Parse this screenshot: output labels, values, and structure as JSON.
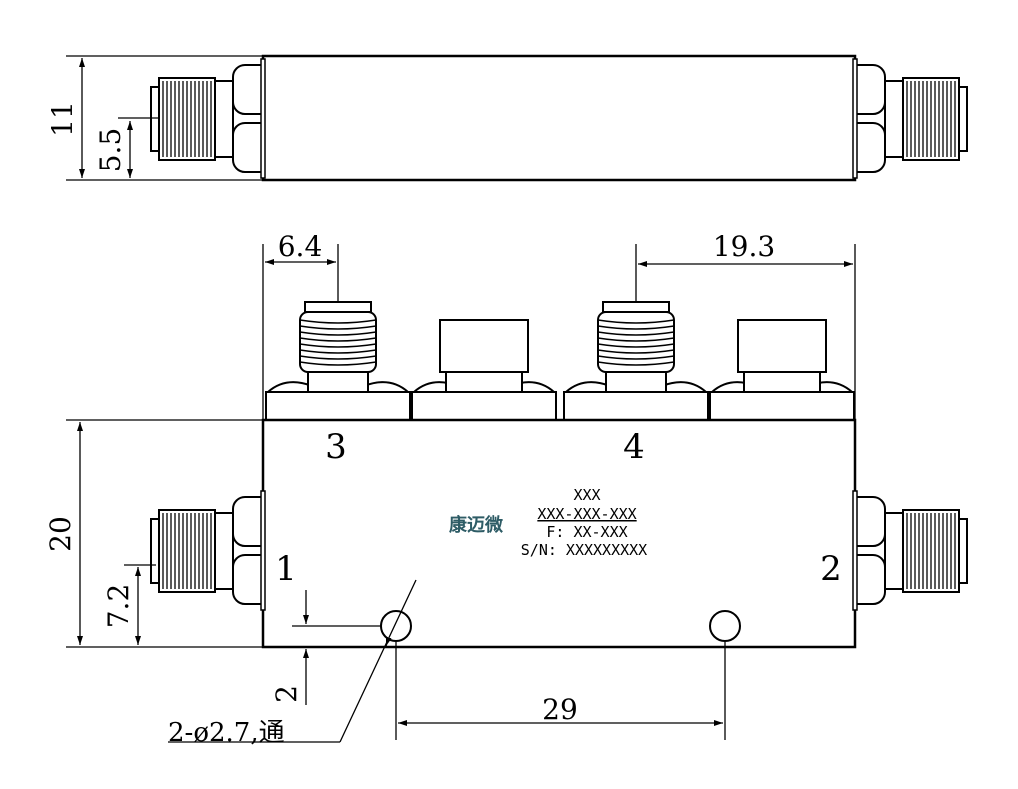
{
  "dimensions": {
    "top_height": "11",
    "top_center": "5.5",
    "port3_offset": "6.4",
    "port4_offset": "19.3",
    "body_height": "20",
    "port1_height": "7.2",
    "hole_offset": "2",
    "hole_spacing": "29"
  },
  "ports": {
    "p1": "1",
    "p2": "2",
    "p3": "3",
    "p4": "4"
  },
  "label": {
    "logo": "康迈微",
    "line1": "XXX",
    "line2": "XXX-XXX-XXX",
    "line3": "F: XX-XXX",
    "line4": "S/N: XXXXXXXXX"
  },
  "hole_note": "2-ø2.7,通",
  "colors": {
    "line": "#000000",
    "logo": "#2e5c66",
    "note_gray": "#8a8a8a"
  }
}
